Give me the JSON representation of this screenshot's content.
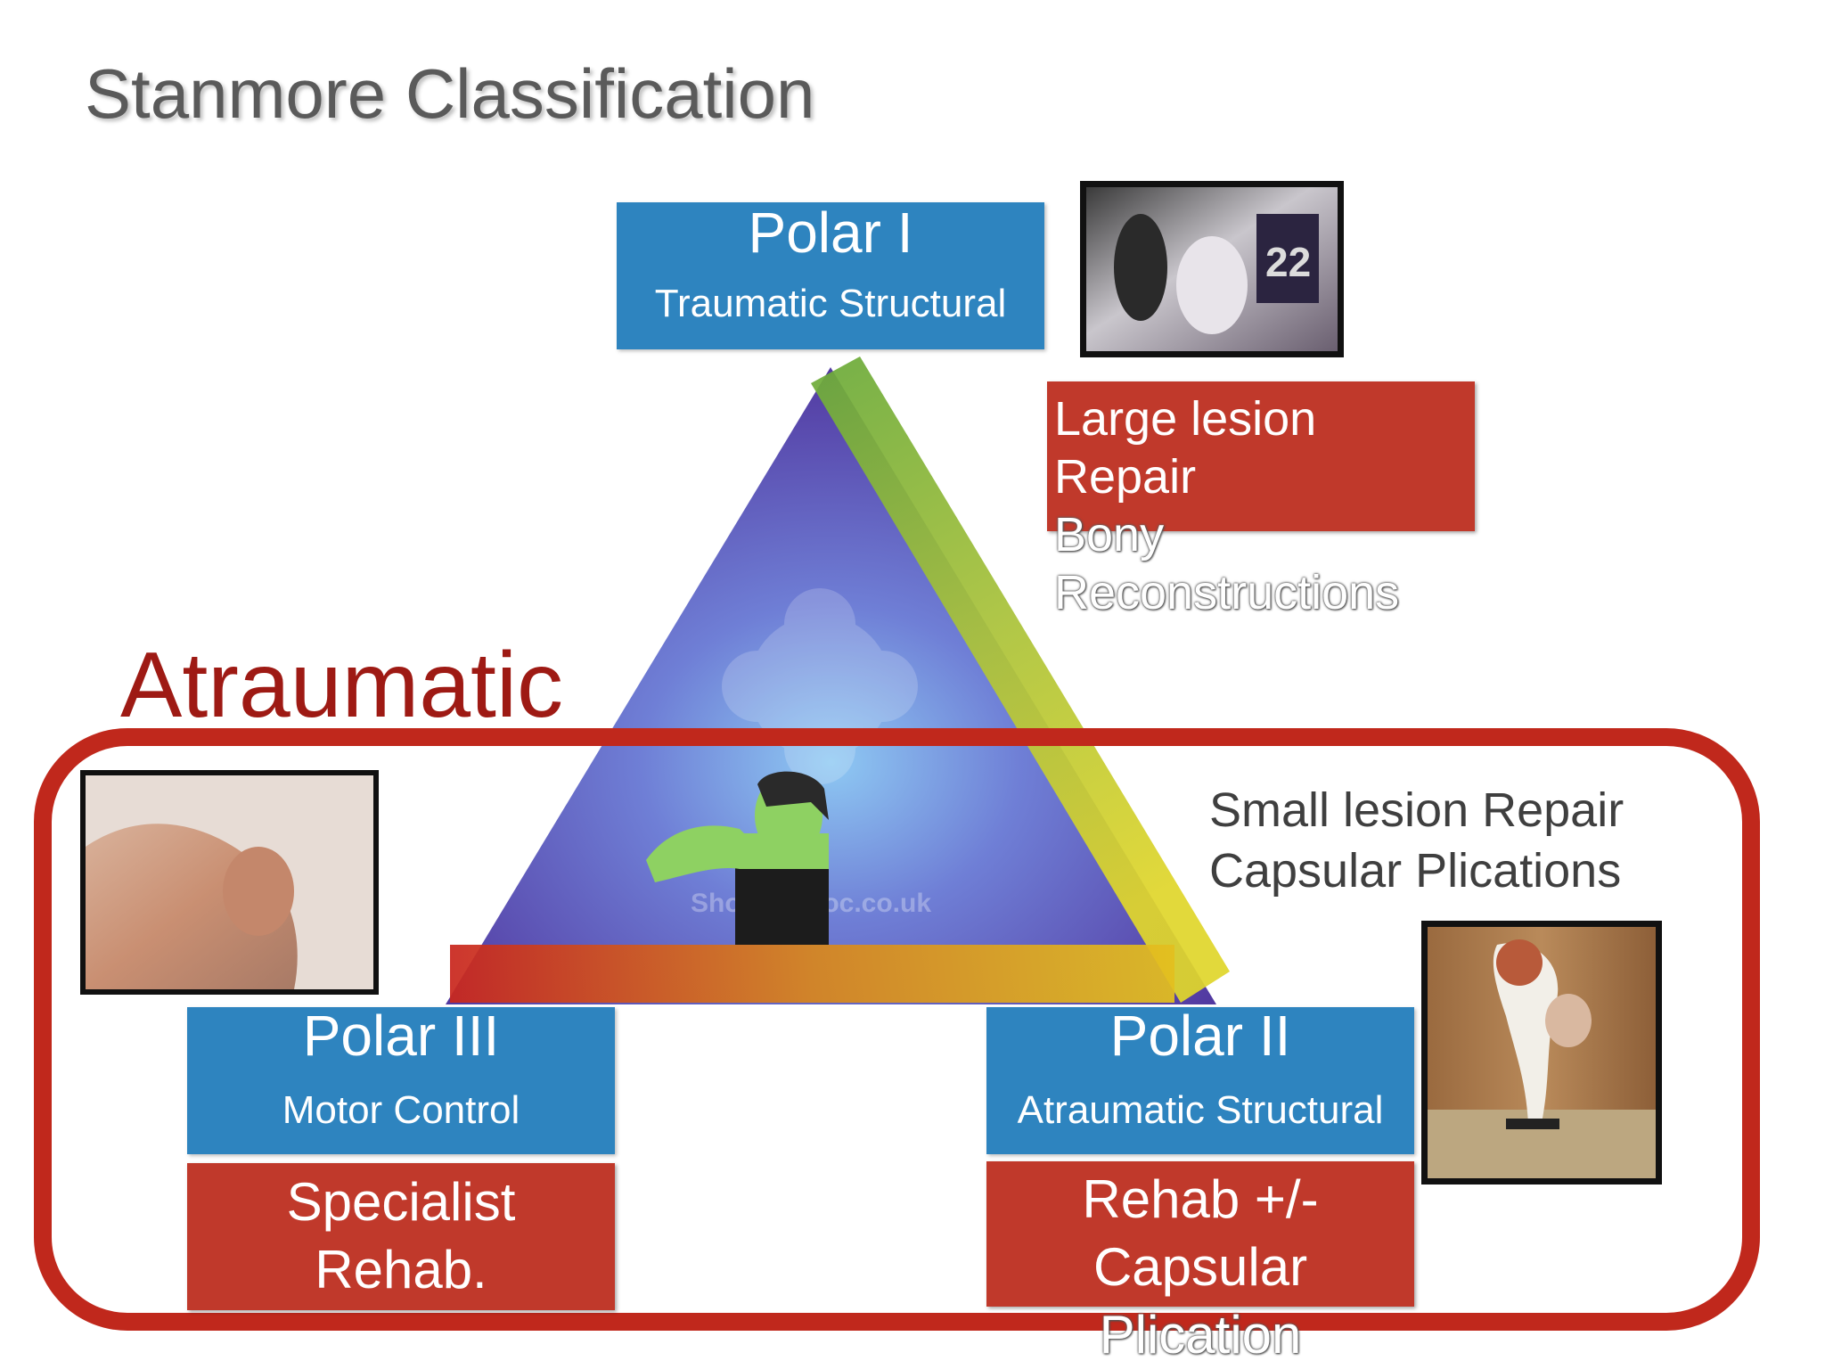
{
  "title": "Stanmore Classification",
  "atraumatic_label": "Atraumatic",
  "watermark": "Shoulderdoc.co.uk",
  "polar_1": {
    "heading": "Polar I",
    "subtitle": "Traumatic Structural"
  },
  "polar_2": {
    "heading": "Polar II",
    "subtitle": "Atraumatic Structural"
  },
  "polar_3": {
    "heading": "Polar III",
    "subtitle": "Motor Control"
  },
  "polar_1_treatment": [
    "Large lesion",
    "Repair",
    "Bony",
    "Reconstructions"
  ],
  "polar_2_treatment": [
    "Rehab +/-",
    "Capsular",
    "Plication"
  ],
  "polar_3_treatment": [
    "Specialist",
    "Rehab."
  ],
  "polar_2_notes": [
    "Small lesion Repair",
    "Capsular Plications"
  ],
  "colors": {
    "blue": "#2e84bf",
    "red": "#c0392b",
    "outline_red": "#c0281c",
    "title_grey": "#5a5a5a"
  }
}
